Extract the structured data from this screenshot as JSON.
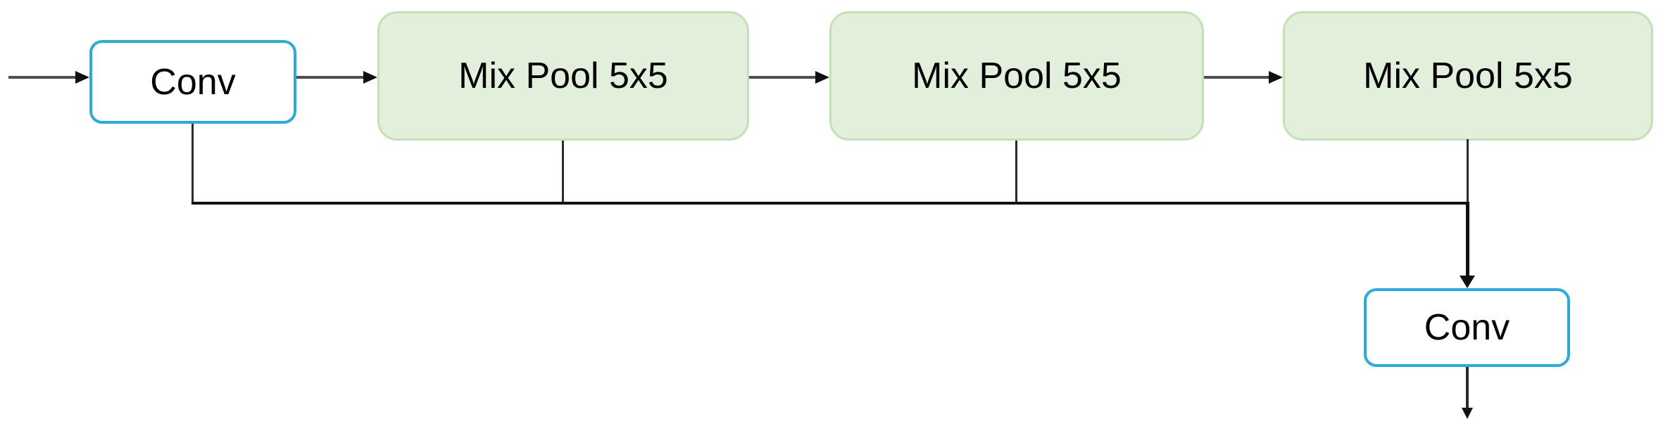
{
  "diagram": {
    "type": "neural-network-block-diagram",
    "nodes": [
      {
        "id": "conv-input",
        "label": "Conv"
      },
      {
        "id": "mix-pool-1",
        "label": "Mix Pool 5x5"
      },
      {
        "id": "mix-pool-2",
        "label": "Mix Pool 5x5"
      },
      {
        "id": "mix-pool-3",
        "label": "Mix Pool 5x5"
      },
      {
        "id": "conv-output",
        "label": "Conv"
      }
    ],
    "edges": [
      {
        "from": "input",
        "to": "conv-input",
        "style": "arrow"
      },
      {
        "from": "conv-input",
        "to": "mix-pool-1",
        "style": "arrow"
      },
      {
        "from": "mix-pool-1",
        "to": "mix-pool-2",
        "style": "arrow"
      },
      {
        "from": "mix-pool-2",
        "to": "mix-pool-3",
        "style": "arrow"
      },
      {
        "from": "conv-input",
        "to": "concat-bus",
        "style": "skip-line"
      },
      {
        "from": "mix-pool-1",
        "to": "concat-bus",
        "style": "skip-line"
      },
      {
        "from": "mix-pool-2",
        "to": "concat-bus",
        "style": "skip-line"
      },
      {
        "from": "mix-pool-3",
        "to": "concat-bus",
        "style": "skip-line"
      },
      {
        "from": "concat-bus",
        "to": "conv-output",
        "style": "arrow"
      },
      {
        "from": "conv-output",
        "to": "output",
        "style": "arrow"
      }
    ],
    "colors": {
      "conv_border": "#29ABE2",
      "conv_fill": "#FFFFFF",
      "pool_fill": "#E2EFDA",
      "pool_border": "#C5E0B4",
      "connector": "#4D4D4D",
      "bus": "#111111",
      "text": "#000000"
    }
  }
}
